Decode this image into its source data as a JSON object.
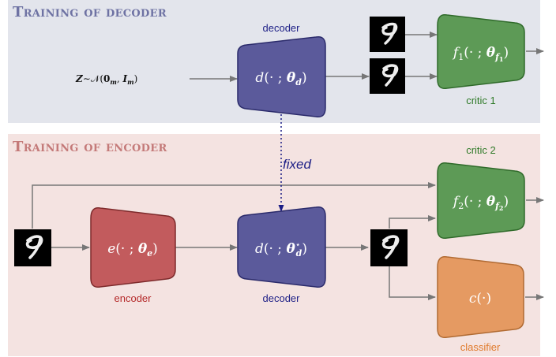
{
  "top_panel": {
    "title": "Training of decoder",
    "input_label": "Z∼𝒩(0_m, I_m)",
    "decoder_caption": "decoder",
    "decoder_fn": "d(· ; θ_d)",
    "critic_fn": "f1(· ; θ_f1)",
    "critic_caption": "critic 1"
  },
  "bottom_panel": {
    "title": "Training of encoder",
    "fixed_label": "fixed",
    "encoder_fn": "e(· ; θ_e)",
    "encoder_caption": "encoder",
    "decoder_fn": "d(· ; θ*_d)",
    "decoder_caption": "decoder",
    "critic_caption": "critic 2",
    "critic_fn": "f2(· ; θ_f2)",
    "classifier_fn": "c(·)",
    "classifier_caption": "classifier"
  },
  "colors": {
    "top_bg": "#e3e5ec",
    "bottom_bg": "#f4e3e1",
    "top_title": "#6e72a3",
    "bottom_title": "#c47a79",
    "decoder_fill": "#5b5a9b",
    "encoder_fill": "#c25b5d",
    "critic_fill": "#5d9a56",
    "classifier_fill": "#e59a62",
    "arrow": "#777777",
    "fixed_arrow": "#1b1d85"
  }
}
